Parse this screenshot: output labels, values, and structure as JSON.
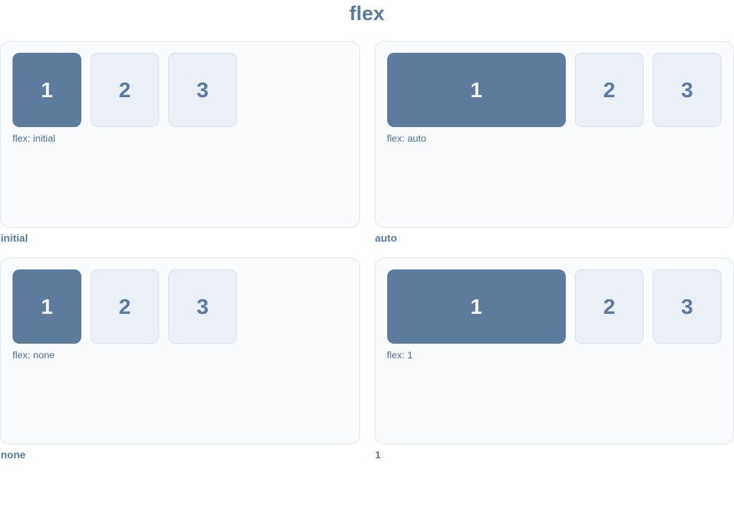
{
  "title": "flex",
  "colors": {
    "accent": "#5b7a9e",
    "item1_bg": "#5e7a9c",
    "item_bg": "#ebeff6",
    "item_border": "#d8dfec",
    "panel_bg": "#fafbfd",
    "panel_border": "#e0e6f1",
    "caption_text": "#4e6d90"
  },
  "panels": [
    {
      "outer_label": "initial",
      "caption": "flex: initial",
      "flex_value": "initial",
      "items": [
        "1",
        "2",
        "3"
      ]
    },
    {
      "outer_label": "auto",
      "caption": "flex: auto",
      "flex_value": "auto",
      "items": [
        "1",
        "2",
        "3"
      ]
    },
    {
      "outer_label": "none",
      "caption": "flex: none",
      "flex_value": "none",
      "items": [
        "1",
        "2",
        "3"
      ]
    },
    {
      "outer_label": "1",
      "caption": "flex: 1",
      "flex_value": "1",
      "items": [
        "1",
        "2",
        "3"
      ]
    }
  ]
}
